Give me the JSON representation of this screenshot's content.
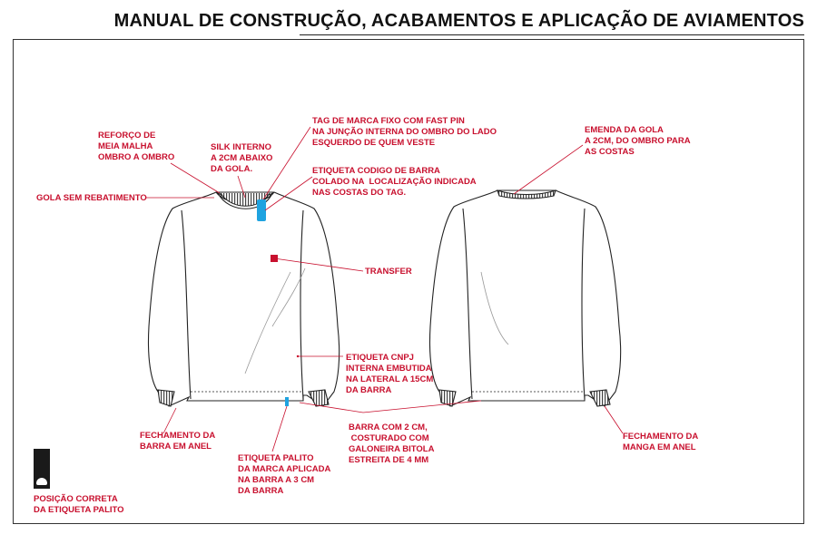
{
  "title": "MANUAL DE CONSTRUÇÃO, ACABAMENTOS E APLICAÇÃO DE AVIAMENTOS",
  "labels": {
    "reforco": "REFORÇO DE\nMEIA MALHA\nOMBRO A OMBRO",
    "gola_sem": "GOLA SEM REBATIMENTO",
    "silk": "SILK INTERNO\nA 2CM ABAIXO\nDA GOLA.",
    "tag_marca": "TAG DE MARCA FIXO COM FAST PIN\nNA JUNÇÃO INTERNA DO OMBRO DO LADO\nESQUERDO DE QUEM VESTE",
    "etiqueta_barra": "ETIQUETA CODIGO DE BARRA\nCOLADO NA  LOCALIZAÇÃO INDICADA\nNAS COSTAS DO TAG.",
    "transfer": "TRANSFER",
    "cnpj": "ETIQUETA CNPJ\nINTERNA EMBUTIDA\nNA LATERAL A 15CM\nDA BARRA",
    "barra": "BARRA COM 2 CM,\n COSTURADO COM\nGALONEIRA BITOLA\nESTREITA DE 4 MM",
    "fechamento_barra": "FECHAMENTO DA\nBARRA EM ANEL",
    "palito": "ETIQUETA PALITO\nDA MARCA APLICADA\nNA BARRA A 3 CM\nDA BARRA",
    "emenda": "EMENDA DA GOLA\nA 2CM, DO OMBRO PARA\nAS COSTAS",
    "fechamento_manga": "FECHAMENTO DA\nMANGA EM ANEL",
    "posicao": "POSIÇÃO CORRETA\nDA ETIQUETA PALITO"
  },
  "colors": {
    "accent_red": "#c8102e",
    "tag_blue": "#1fa3e0",
    "line": "#222222"
  }
}
